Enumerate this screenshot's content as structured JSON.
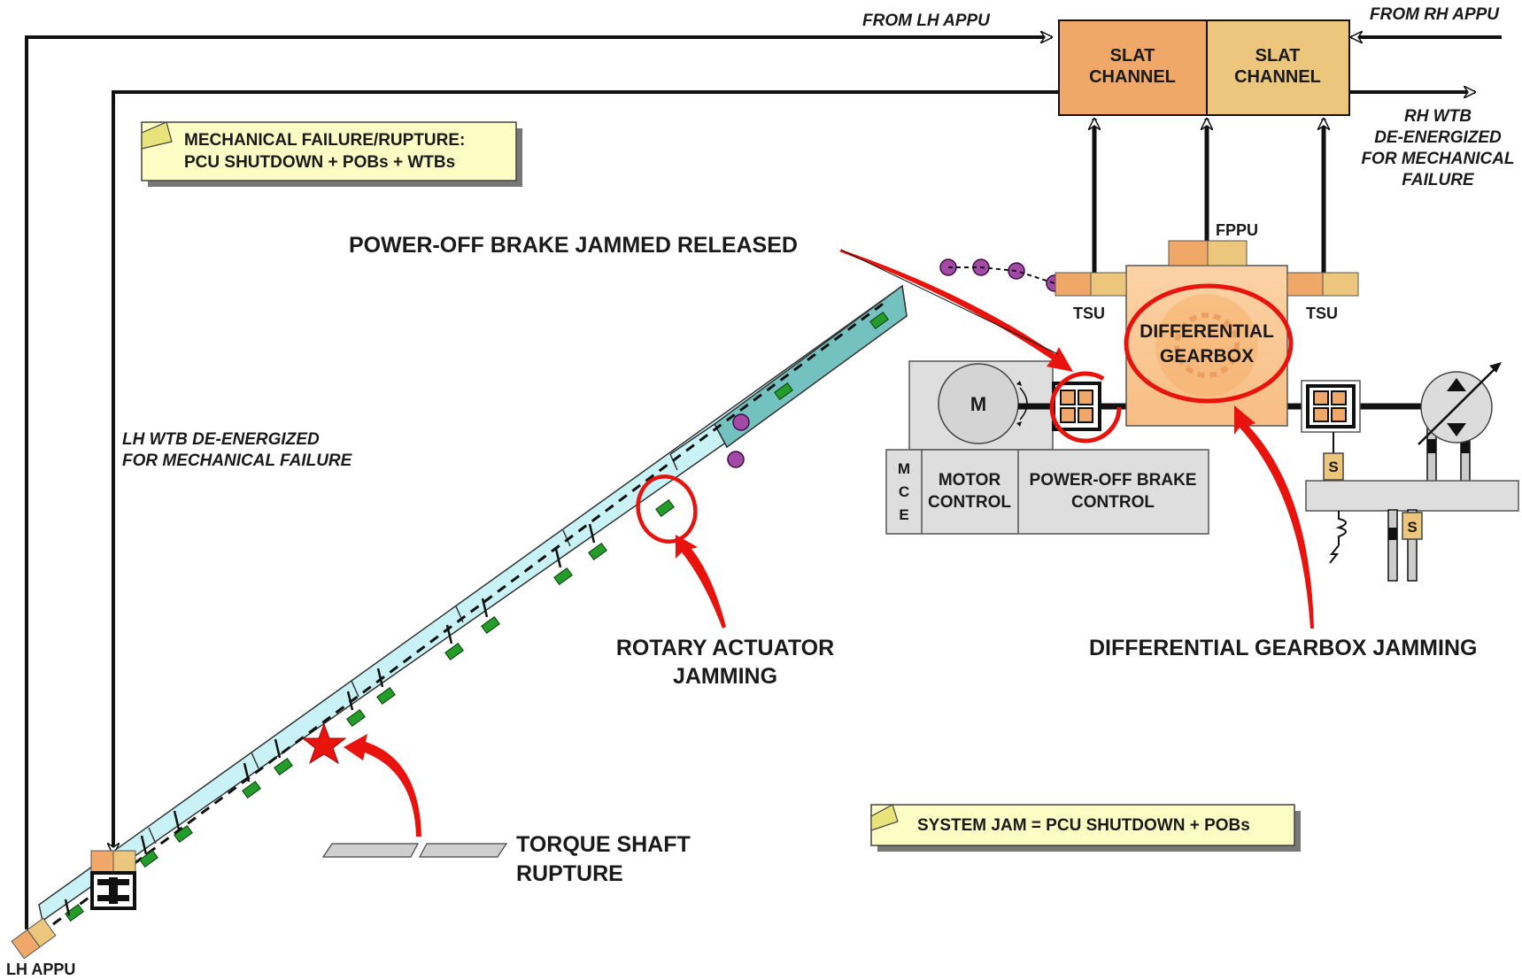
{
  "inputs": {
    "from_lh_appu": "FROM LH APPU",
    "from_rh_appu": "FROM RH APPU"
  },
  "slat_channels": [
    "SLAT\nCHANNEL",
    "SLAT\nCHANNEL"
  ],
  "notes": {
    "rh_wtb": "RH WTB\nDE-ENERGIZED\nFOR MECHANICAL\nFAILURE",
    "lh_wtb": "LH WTB DE-ENERGIZED\nFOR MECHANICAL FAILURE",
    "mechanical_failure": "MECHANICAL FAILURE/RUPTURE:\nPCU SHUTDOWN + POBs + WTBs",
    "system_jam": "SYSTEM JAM = PCU SHUTDOWN + POBs"
  },
  "pcu": {
    "fppu": "FPPU",
    "tsu_left": "TSU",
    "tsu_right": "TSU",
    "differential_gearbox": "DIFFERENTIAL\nGEARBOX",
    "motor": "M",
    "mce": "M\nC\nE",
    "motor_control": "MOTOR\nCONTROL",
    "power_off_brake_control": "POWER-OFF BRAKE\nCONTROL",
    "sensor": "S"
  },
  "failures": {
    "pob_jammed": "POWER-OFF BRAKE JAMMED RELEASED",
    "rotary_actuator": "ROTARY ACTUATOR\nJAMMING",
    "gearbox_jamming": "DIFFERENTIAL GEARBOX JAMMING",
    "torque_shaft": "TORQUE SHAFT\nRUPTURE"
  },
  "lh_appu": "LH APPU",
  "colors": {
    "slat_left": "#f0a868",
    "slat_right": "#ebc67c",
    "gearbox": "#fbc995",
    "wing": "#c8f2f6",
    "wing_outer": "#74c2c0",
    "note_bg": "#fdfcc4",
    "callout_red": "#e8130c",
    "actuator_green": "#239c2a",
    "sensor_purple": "#a24aa6",
    "control_grey": "#dedede"
  }
}
